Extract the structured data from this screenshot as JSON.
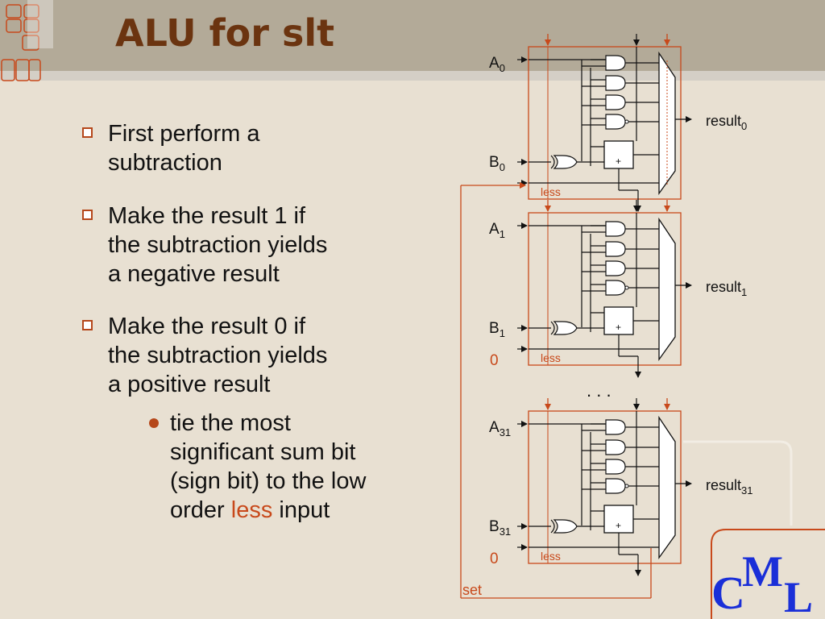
{
  "slide": {
    "title": "ALU for slt",
    "bullets": [
      {
        "lines": [
          "First perform a",
          "subtraction"
        ]
      },
      {
        "lines": [
          "Make the result 1 if",
          "the subtraction yields",
          "a negative result"
        ]
      },
      {
        "lines": [
          "Make the result 0 if",
          "the subtraction yields",
          "a positive result"
        ]
      }
    ],
    "sub_bullet": {
      "lines": [
        "tie the most",
        "significant sum bit",
        "(sign bit) to the low"
      ],
      "last_prefix": "order ",
      "last_accent": "less",
      "last_suffix": " input"
    }
  },
  "diagram": {
    "blocks": [
      {
        "a_main": "A",
        "a_sub": "0",
        "b_main": "B",
        "b_sub": "0",
        "result_main": "result",
        "result_sub": "0",
        "less_label": "less",
        "zero": ""
      },
      {
        "a_main": "A",
        "a_sub": "1",
        "b_main": "B",
        "b_sub": "1",
        "result_main": "result",
        "result_sub": "1",
        "less_label": "less",
        "zero": "0"
      },
      {
        "a_main": "A",
        "a_sub": "31",
        "b_main": "B",
        "b_sub": "31",
        "result_main": "result",
        "result_sub": "31",
        "less_label": "less",
        "zero": "0"
      }
    ],
    "ellipsis": ". . .",
    "plus": "+",
    "set_label": "set"
  },
  "logo": {
    "text_c": "C",
    "text_m": "M",
    "text_l": "L"
  },
  "colors": {
    "accent": "#c8491b",
    "wire": "#111111",
    "box": "#c8491b",
    "logo": "#1a2fd8"
  }
}
